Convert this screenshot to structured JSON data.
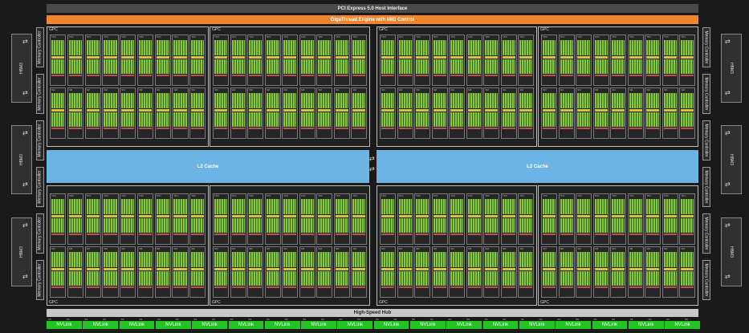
{
  "header": {
    "pcie_label": "PCI Express 5.0 Host Interface",
    "giga_label": "GigaThread Engine with MIG Control"
  },
  "hub": {
    "label": "High-Speed Hub"
  },
  "l2": {
    "left_label": "L2 Cache",
    "right_label": "L2 Cache"
  },
  "gpc_label": "GPC",
  "tpc_label": "TPC",
  "sm_label": "SM",
  "memory_controller_label": "Memory Controller",
  "hbm_label": "HBM3",
  "nvlink_label": "NVLink",
  "nvlink_count": 18,
  "colors": {
    "green": "#8cc63f",
    "orange": "#f0852d",
    "l2": "#6cb4e4",
    "nvlink": "#21c421"
  }
}
